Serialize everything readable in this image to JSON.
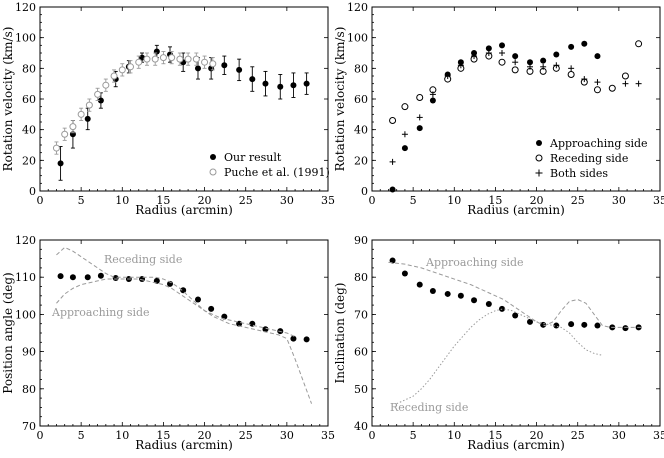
{
  "chart_data": [
    {
      "type": "scatter",
      "xlabel": "Radius (arcmin)",
      "ylabel": "Rotation velocity (km/s)",
      "xlim": [
        0,
        35
      ],
      "ylim": [
        0,
        120
      ],
      "xticks": [
        "0",
        "5",
        "10",
        "15",
        "20",
        "25",
        "30",
        "35"
      ],
      "yticks": [
        "0",
        "20",
        "40",
        "60",
        "80",
        "100",
        "120"
      ],
      "legend_position": "lower-right",
      "series": [
        {
          "name": "Our result",
          "marker": "filled-circle",
          "color": "#000000",
          "x": [
            2.5,
            4.0,
            5.8,
            7.4,
            9.2,
            10.8,
            12.4,
            14.2,
            15.8,
            17.4,
            19.2,
            20.8,
            22.4,
            24.2,
            25.8,
            27.4,
            29.2,
            30.8,
            32.4
          ],
          "y": [
            18,
            37,
            47,
            59,
            73,
            81,
            87,
            91,
            89,
            84,
            80,
            80,
            82,
            79,
            73,
            70,
            68,
            69,
            70
          ],
          "err": [
            11,
            9,
            7,
            5,
            5,
            4,
            3,
            4,
            5,
            6,
            7,
            7,
            6,
            7,
            8,
            8,
            8,
            8,
            7
          ]
        },
        {
          "name": "Puche et al. (1991)",
          "marker": "open-circle",
          "color": "#9a9a9a",
          "x": [
            2.0,
            3.0,
            4.0,
            5.0,
            6.0,
            7.0,
            8.0,
            9.0,
            10.0,
            11.0,
            12.0,
            13.0,
            14.0,
            15.0,
            16.0,
            17.0,
            18.0,
            19.0,
            20.0,
            21.0
          ],
          "y": [
            28,
            37,
            42,
            50,
            56,
            63,
            69,
            75,
            79,
            81,
            84,
            86,
            86,
            87,
            87,
            86,
            86,
            86,
            84,
            83
          ],
          "err": [
            4,
            4,
            4,
            4,
            4,
            4,
            4,
            4,
            4,
            4,
            4,
            4,
            4,
            4,
            4,
            4,
            4,
            4,
            4,
            4
          ]
        }
      ]
    },
    {
      "type": "scatter",
      "xlabel": "Radius (arcmin)",
      "ylabel": "Rotation velocity (km/s)",
      "xlim": [
        0,
        35
      ],
      "ylim": [
        0,
        120
      ],
      "xticks": [
        "0",
        "5",
        "10",
        "15",
        "20",
        "25",
        "30",
        "35"
      ],
      "yticks": [
        "0",
        "20",
        "40",
        "60",
        "80",
        "100",
        "120"
      ],
      "legend_position": "lower-right",
      "series": [
        {
          "name": "Approaching side",
          "marker": "filled-circle",
          "x": [
            2.5,
            4.0,
            5.8,
            7.4,
            9.2,
            10.8,
            12.4,
            14.2,
            15.8,
            17.4,
            19.2,
            20.8,
            22.4,
            24.2,
            25.8,
            27.4
          ],
          "y": [
            1,
            28,
            41,
            59,
            76,
            84,
            90,
            93,
            95,
            88,
            84,
            85,
            89,
            94,
            96,
            88
          ]
        },
        {
          "name": "Receding side",
          "marker": "open-circle",
          "x": [
            2.5,
            4.0,
            5.8,
            7.4,
            9.2,
            10.8,
            12.4,
            14.2,
            15.8,
            17.4,
            19.2,
            20.8,
            22.4,
            24.2,
            25.8,
            27.4,
            29.2,
            30.8,
            32.4
          ],
          "y": [
            46,
            55,
            61,
            66,
            73,
            80,
            86,
            88,
            84,
            79,
            78,
            78,
            80,
            76,
            71,
            66,
            67,
            75,
            96
          ]
        },
        {
          "name": "Both sides",
          "marker": "plus",
          "x": [
            2.5,
            4.0,
            5.8,
            7.4,
            9.2,
            10.8,
            12.4,
            14.2,
            15.8,
            17.4,
            19.2,
            20.8,
            22.4,
            24.2,
            25.8,
            27.4,
            30.8,
            32.4
          ],
          "y": [
            19,
            37,
            48,
            63,
            75,
            82,
            88,
            90,
            90,
            84,
            81,
            81,
            82,
            80,
            73,
            71,
            70,
            70
          ]
        }
      ]
    },
    {
      "type": "line",
      "xlabel": "Radius (arcmin)",
      "ylabel": "Position angle (deg)",
      "xlim": [
        0,
        35
      ],
      "ylim": [
        70,
        120
      ],
      "xticks": [
        "0",
        "5",
        "10",
        "15",
        "20",
        "25",
        "30",
        "35"
      ],
      "yticks": [
        "70",
        "80",
        "90",
        "100",
        "110",
        "120"
      ],
      "series": [
        {
          "name": "",
          "marker": "filled-circle",
          "x": [
            2.5,
            4.0,
            5.8,
            7.4,
            9.2,
            10.8,
            12.4,
            14.2,
            15.8,
            17.4,
            19.2,
            20.8,
            22.4,
            24.2,
            25.8,
            27.4,
            29.2,
            30.8,
            32.4
          ],
          "y": [
            110.3,
            110.0,
            110.0,
            110.4,
            109.8,
            109.5,
            109.5,
            109.0,
            108.2,
            106.5,
            104.0,
            101.5,
            99.4,
            97.5,
            97.5,
            96.0,
            95.5,
            93.5,
            93.3
          ]
        },
        {
          "name": "Receding side",
          "style": "dashed-grey",
          "x": [
            2,
            3,
            4,
            5,
            6,
            7,
            8,
            9,
            10,
            11,
            12,
            13,
            14,
            15,
            16,
            17,
            18,
            19,
            20,
            21,
            22,
            23,
            24,
            25,
            26,
            27,
            28,
            29,
            30,
            31,
            32,
            33
          ],
          "y": [
            116,
            118,
            117,
            115.5,
            114,
            112.5,
            111,
            110,
            110,
            110,
            110,
            110,
            110,
            109.5,
            108.5,
            107,
            105,
            103,
            101,
            99.5,
            98.5,
            97.5,
            97,
            96.5,
            96,
            95.5,
            95,
            94.5,
            93.5,
            88,
            82,
            76
          ]
        },
        {
          "name": "Approaching side",
          "style": "dashed-grey",
          "x": [
            2,
            3,
            4,
            5,
            6,
            7,
            8,
            9,
            10,
            11,
            12,
            13,
            14,
            15,
            16,
            17,
            18,
            19,
            20,
            21,
            22,
            23,
            24,
            25,
            26,
            27,
            28,
            29,
            30,
            31
          ],
          "y": [
            103,
            105.5,
            107,
            108,
            108.5,
            109,
            109.5,
            109.5,
            109.5,
            109.5,
            109.5,
            109,
            108.5,
            108,
            107,
            105.5,
            104,
            102.5,
            101,
            100,
            99,
            98.5,
            98,
            97.5,
            97,
            96.5,
            96,
            95.5,
            95,
            94
          ]
        }
      ],
      "annotations": [
        "Receding side",
        "Approaching side"
      ]
    },
    {
      "type": "line",
      "xlabel": "Radius (arcmin)",
      "ylabel": "Inclination (deg)",
      "xlim": [
        0,
        35
      ],
      "ylim": [
        40,
        90
      ],
      "xticks": [
        "0",
        "5",
        "10",
        "15",
        "20",
        "25",
        "30",
        "35"
      ],
      "yticks": [
        "40",
        "50",
        "60",
        "70",
        "80",
        "90"
      ],
      "series": [
        {
          "name": "",
          "marker": "filled-circle",
          "x": [
            2.5,
            4.0,
            5.8,
            7.4,
            9.2,
            10.8,
            12.4,
            14.2,
            15.8,
            17.4,
            19.2,
            20.8,
            22.4,
            24.2,
            25.8,
            27.4,
            29.2,
            30.8,
            32.4
          ],
          "y": [
            84.5,
            81.0,
            78.0,
            76.3,
            75.5,
            75.0,
            73.8,
            72.8,
            71.5,
            69.7,
            68.0,
            67.2,
            67.0,
            67.4,
            67.2,
            67.0,
            66.5,
            66.3,
            66.5
          ]
        },
        {
          "name": "Approaching side",
          "style": "dashed-grey",
          "x": [
            2,
            4,
            6,
            8,
            10,
            12,
            14,
            16,
            18,
            20,
            21,
            22,
            23,
            24,
            25,
            26,
            27,
            28,
            29,
            30,
            31,
            32,
            33
          ],
          "y": [
            84,
            83.5,
            82.5,
            81,
            79.5,
            78,
            76,
            74,
            71,
            68,
            67,
            68,
            71,
            73.5,
            74,
            73,
            70,
            67,
            66.5,
            66.5,
            66.5,
            66.5,
            66.5
          ]
        },
        {
          "name": "Receding side",
          "style": "dotted-grey",
          "x": [
            3,
            5,
            6,
            7,
            8,
            9,
            10,
            11,
            12,
            13,
            14,
            15,
            16,
            17,
            18,
            19,
            20,
            21,
            22,
            23,
            24,
            25,
            26,
            27,
            28
          ],
          "y": [
            46,
            48,
            50,
            52.5,
            55.5,
            58.5,
            61.5,
            64,
            66.5,
            68.5,
            70,
            71,
            71.5,
            71,
            70,
            69,
            68,
            67.5,
            67,
            66.5,
            65,
            62.5,
            60.5,
            59.5,
            59
          ]
        }
      ],
      "annotations": [
        "Approaching side",
        "Receding side"
      ]
    }
  ],
  "labels": {
    "legend1": [
      "Our result",
      "Puche et al. (1991)"
    ],
    "legend2": [
      "Approaching side",
      "Receding side",
      "Both sides"
    ],
    "note3a": "Receding side",
    "note3b": "Approaching side",
    "note4a": "Approaching side",
    "note4b": "Receding side"
  }
}
